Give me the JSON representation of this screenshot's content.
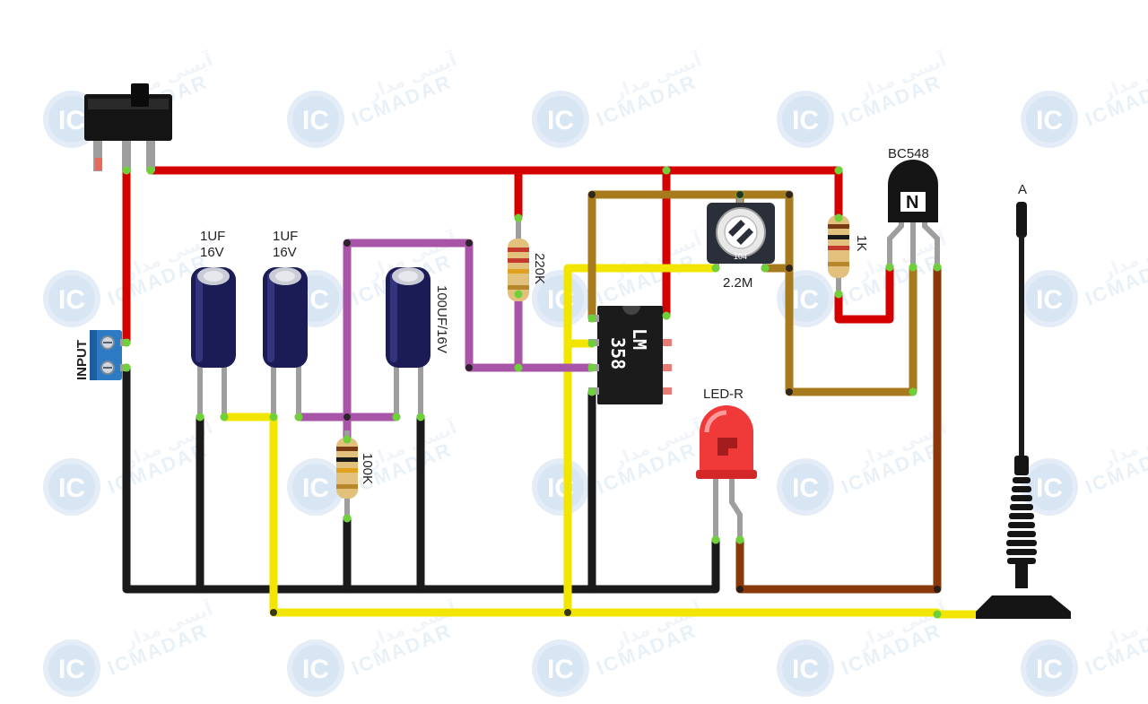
{
  "watermark": {
    "logo_text": "IC",
    "brand_latin": "ICMADAR",
    "brand_persian": "آیسی مدار",
    "color": "#d6e6f4"
  },
  "components": {
    "switch": {
      "icon": "slide-switch-icon"
    },
    "terminal": {
      "label": "INPUT",
      "icon": "screw-terminal-icon"
    },
    "cap1": {
      "value": "1UF",
      "voltage": "16V"
    },
    "cap2": {
      "value": "1UF",
      "voltage": "16V"
    },
    "cap3": {
      "label": "100UF/16V"
    },
    "r220k": {
      "label": "220K"
    },
    "r100k": {
      "label": "100K"
    },
    "r1k": {
      "label": "1K"
    },
    "pot": {
      "label": "2.2M",
      "code": "104"
    },
    "ic": {
      "line1": "LM",
      "line2": "358"
    },
    "led": {
      "label": "LED-R"
    },
    "transistor": {
      "label": "BC548",
      "mark": "N"
    },
    "antenna": {
      "label": "A"
    }
  },
  "colors": {
    "red_wire": "#d40000",
    "black_wire": "#1a1a1a",
    "yellow_wire": "#f2e600",
    "purple_wire": "#a855a8",
    "olive_wire": "#a87a1e",
    "brown_wire": "#8a3a0a",
    "node": "#6fd13a"
  }
}
